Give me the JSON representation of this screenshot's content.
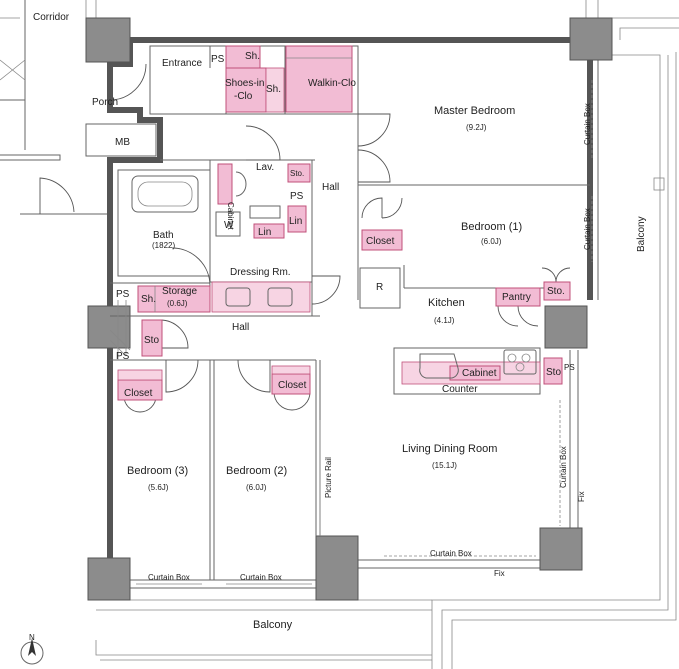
{
  "rooms": {
    "corridor": "Corridor",
    "entrance": "Entrance",
    "ps_entrance": "PS",
    "shoe_sh": "Sh.",
    "shoes_in_closet_line1": "Shoes-in",
    "shoes_in_closet_line2": "-Clo",
    "shoe_sh2": "Sh.",
    "walkin_closet": "Walkin-Clo",
    "porch": "Porch",
    "mb": "MB",
    "master_bedroom": "Master Bedroom",
    "master_bedroom_size": "(9.2J)",
    "curtain_box_1": "Curtain Box",
    "curtain_box_2": "Curtain Box",
    "balcony_east": "Balcony",
    "lav": "Lav.",
    "sto_lav": "Sto.",
    "ps_lav": "PS",
    "hall_upper": "Hall",
    "cabinet_lav": "Cabinet",
    "bath": "Bath",
    "bath_size": "(1822)",
    "washer": "W",
    "lin_1": "Lin",
    "lin_2": "Lin",
    "dressing_room": "Dressing Rm.",
    "closet_bed1": "Closet",
    "bedroom1": "Bedroom (1)",
    "bedroom1_size": "(6.0J)",
    "refrigerator": "R",
    "kitchen": "Kitchen",
    "kitchen_size": "(4.1J)",
    "pantry": "Pantry",
    "sto_kitchen": "Sto.",
    "ps_left": "PS",
    "sh_storage": "Sh.",
    "storage": "Storage",
    "storage_size": "(0.6J)",
    "hall_lower": "Hall",
    "sto_left": "Sto",
    "ps_left2": "PS",
    "cabinet_kitchen": "Cabinet",
    "sto_counter": "Sto",
    "ps_counter": "PS",
    "counter": "Counter",
    "closet_bed3": "Closet",
    "closet_bed2": "Closet",
    "picture_rail": "Picture Rail",
    "living_dining": "Living Dining Room",
    "living_dining_size": "(15.1J)",
    "curtain_box_3": "Curtain Box",
    "fix_1": "Fix",
    "bedroom3": "Bedroom (3)",
    "bedroom3_size": "(5.6J)",
    "bedroom2": "Bedroom (2)",
    "bedroom2_size": "(6.0J)",
    "curtain_box_4": "Curtain Box",
    "fix_2": "Fix",
    "curtain_box_5": "Curtain Box",
    "curtain_box_6": "Curtain Box",
    "balcony_south": "Balcony",
    "north": "N"
  },
  "colors": {
    "storage_fill": "#f2bcd4",
    "pillar_fill": "#8c8c8c"
  }
}
